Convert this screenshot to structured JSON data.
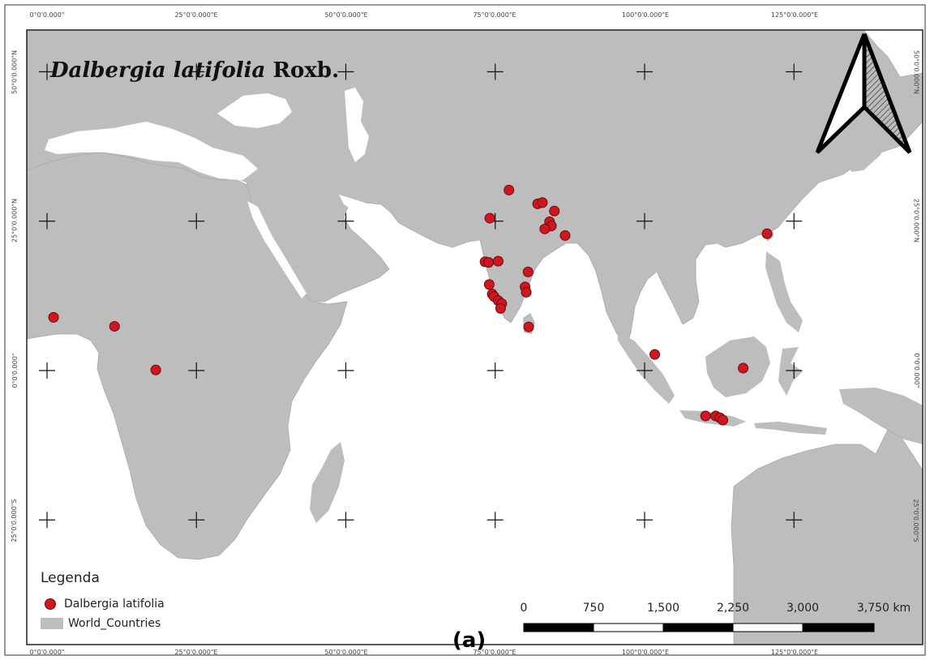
{
  "map": {
    "title_species": "Dalbergia latifolia",
    "title_author": "Roxb.",
    "panel_label": "(a)",
    "colors": {
      "land": "#bdbdbd",
      "ocean": "#ffffff",
      "points": "#d0161f",
      "frame": "#222222"
    },
    "legend": {
      "title": "Legenda",
      "items": [
        {
          "label": "Dalbergia latifolia",
          "symbol": "red-dot"
        },
        {
          "label": "World_Countries",
          "symbol": "grey-swatch"
        }
      ]
    },
    "scale_bar": {
      "labels": [
        "0",
        "750",
        "1,500",
        "2,250",
        "3,000",
        "3,750 km"
      ]
    },
    "graticule": {
      "top_labels": [
        "0°0'0.000\"",
        "25°0'0.000\"E",
        "50°0'0.000\"E",
        "75°0'0.000\"E",
        "100°0'0.000\"E",
        "125°0'0.000\"E"
      ],
      "bottom_labels": [
        "0°0'0.000\"",
        "25°0'0.000\"E",
        "50°0'0.000\"E",
        "75°0'0.000\"E",
        "100°0'0.000\"E",
        "125°0'0.000\"E"
      ],
      "left_labels": [
        "50°0'0.000\"N",
        "25°0'0.000\"N",
        "0°0'0.000\"",
        "25°0'0.000\"S"
      ],
      "right_labels": [
        "50°0'0.000\"N",
        "25°0'0.000\"N",
        "0°0'0.000\"",
        "25°0'0.000\"S"
      ]
    },
    "occurrences": [
      {
        "lon": 1.1,
        "lat": 8.9
      },
      {
        "lon": 11.3,
        "lat": 7.4
      },
      {
        "lon": 18.2,
        "lat": 0.1
      },
      {
        "lon": 77.3,
        "lat": 30.2
      },
      {
        "lon": 74.1,
        "lat": 25.5
      },
      {
        "lon": 82.1,
        "lat": 27.9
      },
      {
        "lon": 82.9,
        "lat": 28.1
      },
      {
        "lon": 84.9,
        "lat": 26.7
      },
      {
        "lon": 84.1,
        "lat": 24.9
      },
      {
        "lon": 84.4,
        "lat": 24.2
      },
      {
        "lon": 83.3,
        "lat": 23.7
      },
      {
        "lon": 86.7,
        "lat": 22.6
      },
      {
        "lon": 73.3,
        "lat": 18.2
      },
      {
        "lon": 73.9,
        "lat": 18.1
      },
      {
        "lon": 75.5,
        "lat": 18.3
      },
      {
        "lon": 80.5,
        "lat": 16.5
      },
      {
        "lon": 80.0,
        "lat": 14.0
      },
      {
        "lon": 80.2,
        "lat": 13.1
      },
      {
        "lon": 74.0,
        "lat": 14.4
      },
      {
        "lon": 74.5,
        "lat": 12.8
      },
      {
        "lon": 74.8,
        "lat": 12.4
      },
      {
        "lon": 75.5,
        "lat": 11.7
      },
      {
        "lon": 76.1,
        "lat": 11.2
      },
      {
        "lon": 75.9,
        "lat": 10.4
      },
      {
        "lon": 80.6,
        "lat": 7.3
      },
      {
        "lon": 101.7,
        "lat": 2.7
      },
      {
        "lon": 110.2,
        "lat": -7.6
      },
      {
        "lon": 111.9,
        "lat": -7.6
      },
      {
        "lon": 112.6,
        "lat": -7.9
      },
      {
        "lon": 113.1,
        "lat": -8.3
      },
      {
        "lon": 116.5,
        "lat": 0.4
      },
      {
        "lon": 120.5,
        "lat": 22.9
      }
    ]
  }
}
